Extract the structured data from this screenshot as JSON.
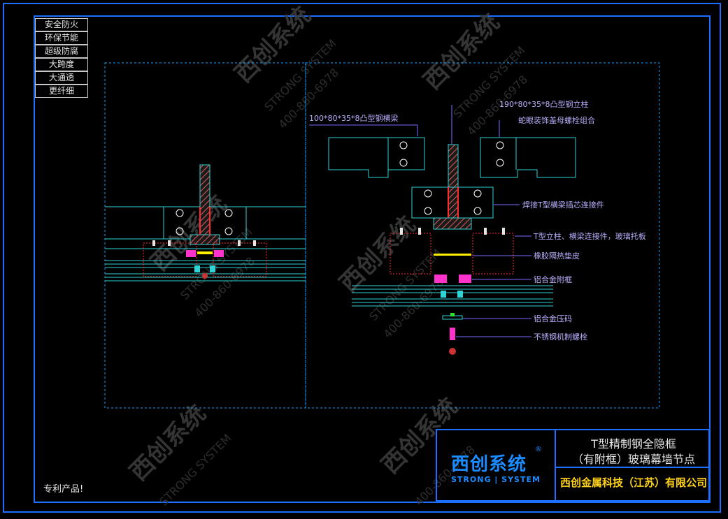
{
  "features": [
    "安全防火",
    "环保节能",
    "超级防腐",
    "大跨度",
    "大通透",
    "更纤细"
  ],
  "patent_text": "专利产品!",
  "callouts": {
    "beam": "100*80*35*8凸型钢横梁",
    "column": "190*80*35*8凸型钢立柱",
    "bolt_combo": "蛇眼装饰盖母螺栓组合",
    "insert_connector": "焊接T型横梁插芯连接件",
    "t_connector": "T型立柱、横梁连接件，玻璃托板",
    "rubber_pad": "橡胶隔热垫皮",
    "sub_frame": "铝合金附框",
    "pressure_plate": "铝合金压码",
    "screw": "不锈钢机制螺栓"
  },
  "title_block": {
    "brand_cn": "西创系统",
    "brand_reg": "®",
    "brand_en": "STRONG | SYSTEM",
    "drawing_title_line1": "T型精制钢全隐框",
    "drawing_title_line2": "（有附框）玻璃幕墙节点",
    "company": "西创金属科技（江苏）有限公司"
  },
  "watermark": {
    "brand": "西创系统",
    "en": "STRONG SYSTEM",
    "phone": "400-860-6978"
  },
  "colors": {
    "frame": "#1e6fff",
    "outline": "#2fd3d3",
    "steel_hatch": "#ff6b6b",
    "connector_red": "#ff2a2a",
    "aluminum": "#ff33cc",
    "rubber": "#ffee00",
    "callout_line": "#7a6cff",
    "dashed_box": "#1aa0ff"
  }
}
